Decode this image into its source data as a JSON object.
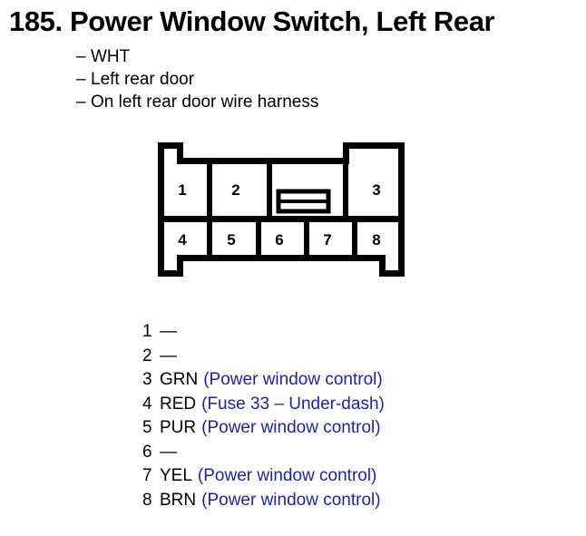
{
  "page": {
    "title": "185. Power Window Switch, Left Rear",
    "background": "#ffffff",
    "ink": "#000000",
    "description_color": "#2222a8"
  },
  "attributes": [
    {
      "dash": "–",
      "text": "WHT"
    },
    {
      "dash": "–",
      "text": "Left rear door"
    },
    {
      "dash": "–",
      "text": "On left rear door wire harness"
    }
  ],
  "connector": {
    "name": "8-pin connector face view",
    "top_row": [
      "1",
      "2",
      "3"
    ],
    "bottom_row": [
      "4",
      "5",
      "6",
      "7",
      "8"
    ],
    "latch": "center-latch-tab",
    "notches": [
      "top-left",
      "top-right",
      "bottom-left",
      "bottom-right"
    ]
  },
  "pins": [
    {
      "index": "1",
      "color": "—",
      "desc": ""
    },
    {
      "index": "2",
      "color": "—",
      "desc": ""
    },
    {
      "index": "3",
      "color": "GRN",
      "desc": "(Power window control)"
    },
    {
      "index": "4",
      "color": "RED",
      "desc": "(Fuse 33 – Under-dash)"
    },
    {
      "index": "5",
      "color": "PUR",
      "desc": "(Power window control)"
    },
    {
      "index": "6",
      "color": "—",
      "desc": ""
    },
    {
      "index": "7",
      "color": "YEL",
      "desc": "(Power window control)"
    },
    {
      "index": "8",
      "color": "BRN",
      "desc": "(Power window control)"
    }
  ]
}
